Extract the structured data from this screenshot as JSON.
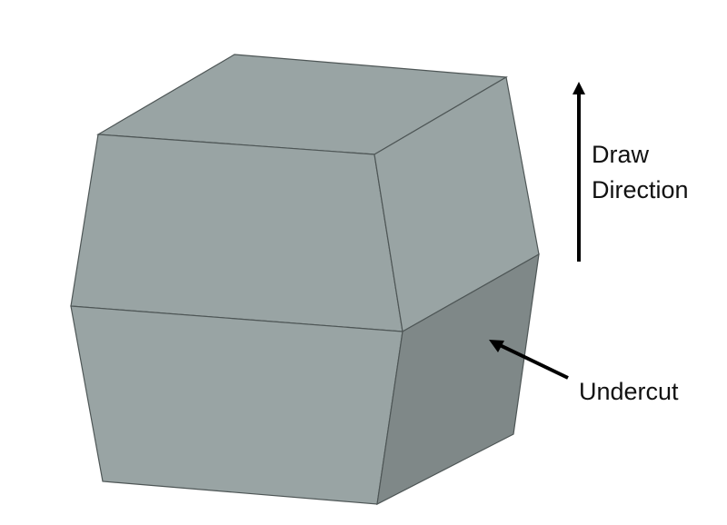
{
  "labels": {
    "draw_direction_line1": "Draw",
    "draw_direction_line2": "Direction",
    "undercut": "Undercut"
  },
  "colors": {
    "face_light": "#99a4a4",
    "face_dark": "#7f8888",
    "edge": "#4e5656",
    "arrow": "#000000",
    "background": "#ffffff"
  }
}
